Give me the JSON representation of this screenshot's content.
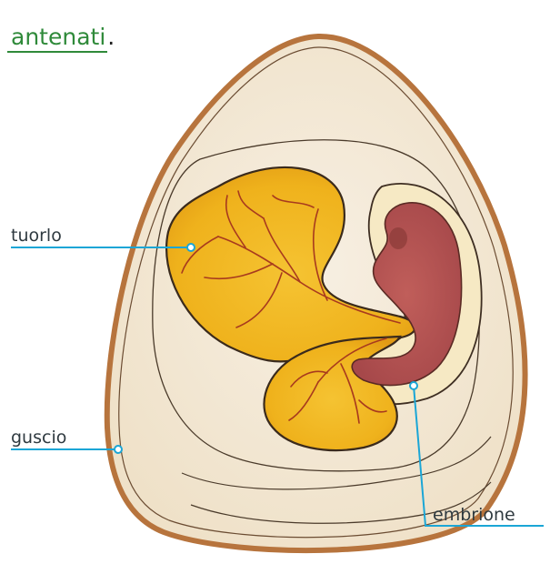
{
  "heading": {
    "word": "antenati",
    "punct": "."
  },
  "labels": {
    "tuorlo": "tuorlo",
    "guscio": "guscio",
    "embrione": "embrione"
  },
  "colors": {
    "leader_line": "#1ba6d6",
    "heading_accent": "#2f8a3a",
    "shell": "#c9864a",
    "yolk": "#f2b21e",
    "embryo": "#b8554f"
  }
}
